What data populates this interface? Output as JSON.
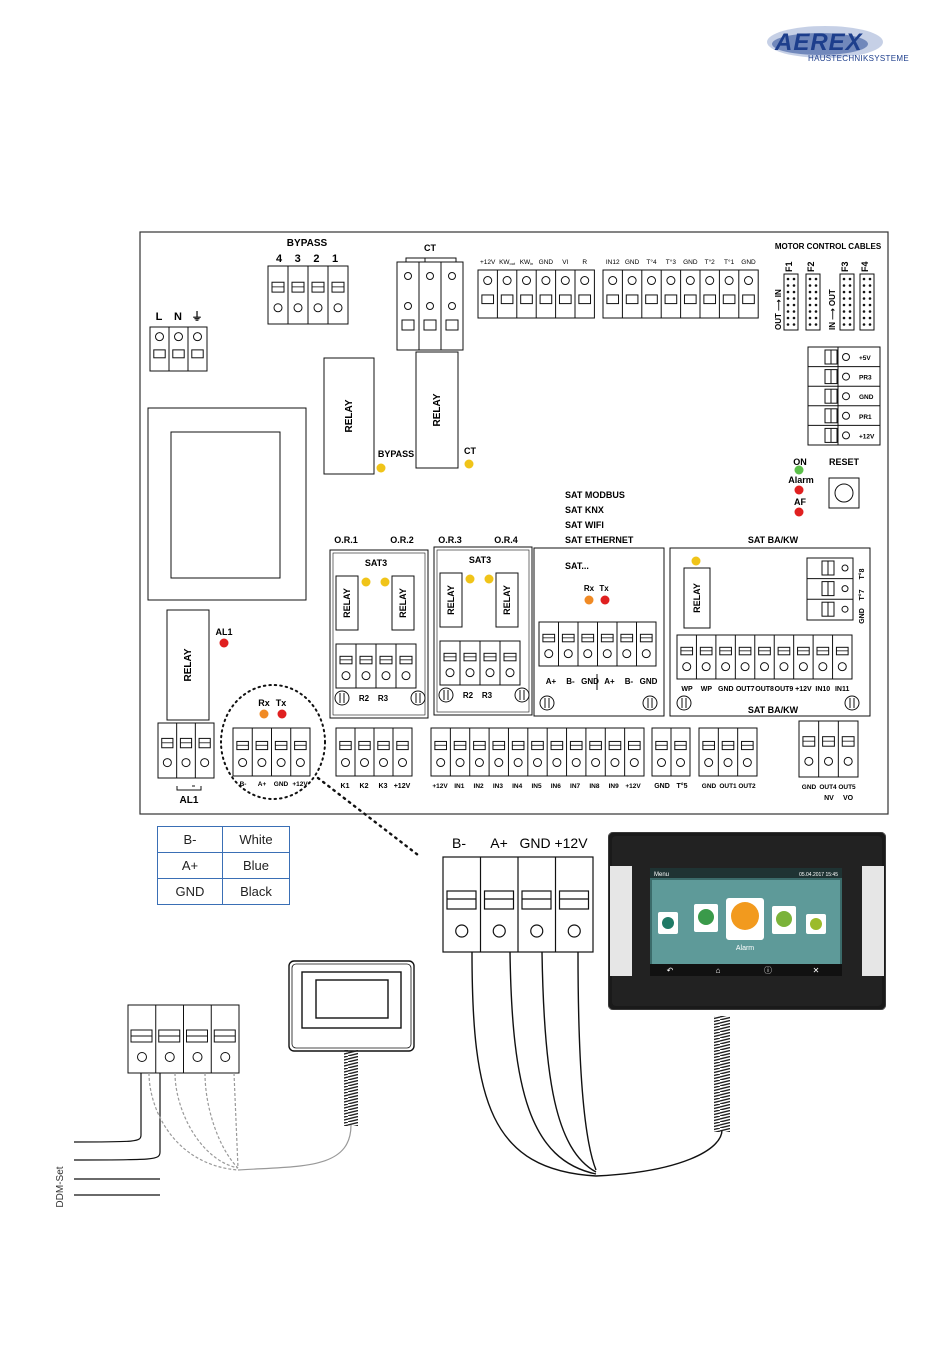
{
  "logo": {
    "brand": "AEREX",
    "subtitle": "HAUSTECHNIKSYSTEME"
  },
  "board": {
    "bypass_title": "BYPASS",
    "bypass_numbers": [
      "4",
      "3",
      "2",
      "1"
    ],
    "ct_title": "CT",
    "power_labels": [
      "L",
      "N",
      "⏚"
    ],
    "top_terminals_a": [
      "+12V",
      "KW",
      "KW",
      "GND",
      "VI",
      "R"
    ],
    "kw_subs": [
      "out",
      "in"
    ],
    "top_terminals_b": [
      "IN12",
      "GND",
      "T°4",
      "T°3",
      "GND",
      "T°2",
      "T°1",
      "GND"
    ],
    "motor_title": "MOTOR CONTROL CABLES",
    "motor_labels": [
      "F1",
      "F2",
      "F3",
      "F4"
    ],
    "motor_dir": [
      "OUT ⟶ IN",
      "IN ⟶ OUT"
    ],
    "pr_labels": [
      "+5V",
      "PR3",
      "GND",
      "PR1",
      "+12V"
    ],
    "relay": "RELAY",
    "bypass_led": "BYPASS",
    "ct_led": "CT",
    "on": "ON",
    "alarm": "Alarm",
    "af": "AF",
    "reset": "RESET",
    "sat_list": [
      "SAT MODBUS",
      "SAT KNX",
      "SAT WIFI",
      "SAT ETHERNET"
    ],
    "or_labels": [
      "O.R.1",
      "O.R.2",
      "O.R.3",
      "O.R.4"
    ],
    "sat3": "SAT3",
    "sat_dots": "SAT...",
    "sat_bakw": "SAT BA/KW",
    "rx": "Rx",
    "tx": "Tx",
    "sat_bottom": [
      "A+",
      "B-",
      "GND",
      "A+",
      "B-",
      "GND"
    ],
    "bakw_bottom": [
      "WP",
      "WP",
      "GND",
      "OUT7",
      "OUT8",
      "OUT9",
      "+12V",
      "IN10",
      "IN11"
    ],
    "bakw_right": [
      "T°8",
      "T°7",
      "GND"
    ],
    "r_labels": [
      "R2",
      "R3"
    ],
    "al1": "AL1",
    "bus_bottom": [
      "B-",
      "A+",
      "GND",
      "+12V"
    ],
    "k_bottom": [
      "K1",
      "K2",
      "K3",
      "+12V"
    ],
    "in_bottom": [
      "+12V",
      "IN1",
      "IN2",
      "IN3",
      "IN4",
      "IN5",
      "IN6",
      "IN7",
      "IN8",
      "IN9",
      "+12V"
    ],
    "t5_bottom": [
      "GND",
      "T°5"
    ],
    "out_bottom": [
      "GND",
      "OUT1",
      "OUT2"
    ],
    "out45_bottom": [
      "GND",
      "OUT4",
      "OUT5"
    ],
    "nv_vo": [
      "NV",
      "VO"
    ]
  },
  "wire_table": [
    {
      "signal": "B-",
      "color": "White"
    },
    {
      "signal": "A+",
      "color": "Blue"
    },
    {
      "signal": "GND",
      "color": "Black"
    }
  ],
  "connector_labels": [
    "B-",
    "A+",
    "GND",
    "+12V"
  ],
  "ddm": "DDM-Set",
  "touch_panel": {
    "menu": "Menu",
    "datetime": "05.04.2017   15:45",
    "alarm": "Alarm"
  }
}
